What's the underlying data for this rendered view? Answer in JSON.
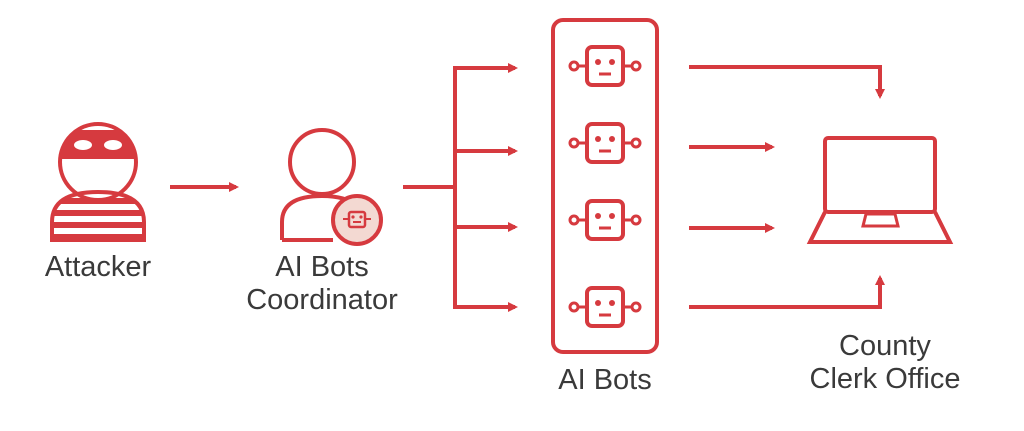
{
  "colors": {
    "accent": "#d63a3f",
    "badge_fill": "#f3d9d2",
    "text": "#3a3a3a",
    "background": "#ffffff"
  },
  "nodes": {
    "attacker": {
      "label": "Attacker",
      "icon": "masked-attacker-icon"
    },
    "coordinator": {
      "line1": "AI Bots",
      "line2": "Coordinator",
      "icon": "user-with-robot-badge-icon"
    },
    "bots": {
      "label": "AI Bots",
      "count": 4,
      "icon": "robot-icon"
    },
    "target": {
      "line1": "County",
      "line2": "Clerk Office",
      "icon": "laptop-icon"
    }
  }
}
